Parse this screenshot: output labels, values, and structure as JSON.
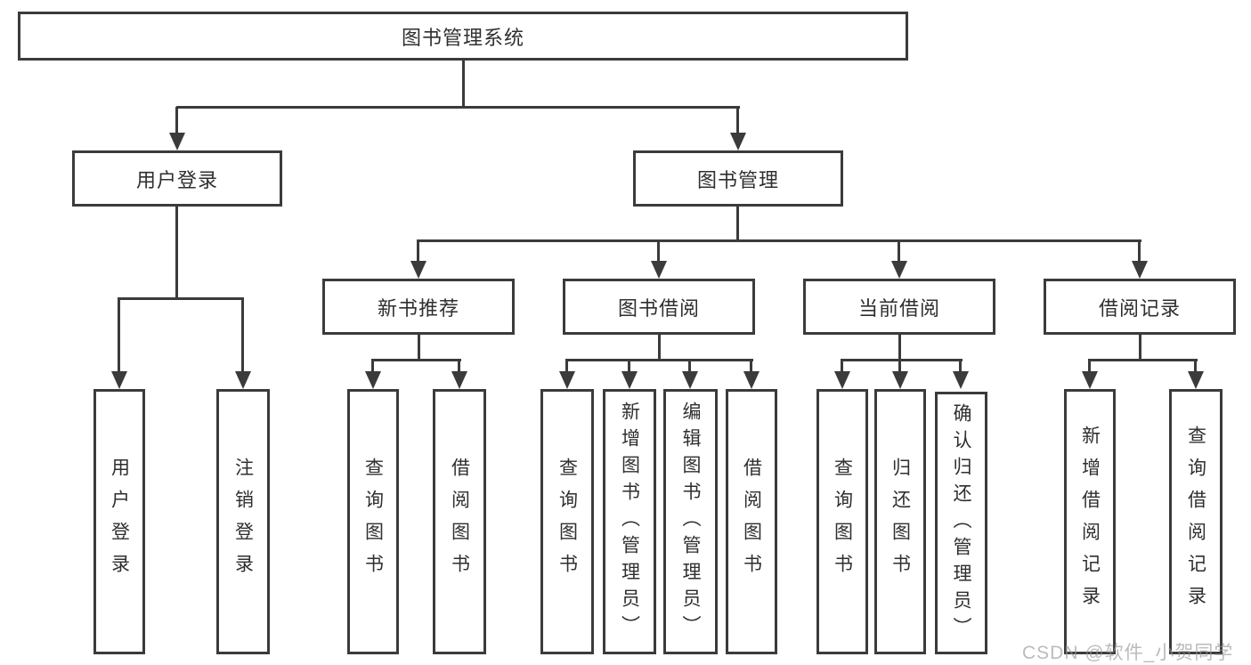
{
  "diagram": {
    "root": {
      "label": "图书管理系统"
    },
    "level2": [
      {
        "label": "用户登录",
        "children": [
          {
            "label": "用户登录"
          },
          {
            "label": "注销登录"
          }
        ]
      },
      {
        "label": "图书管理",
        "children": [
          {
            "label": "新书推荐",
            "children": [
              {
                "label": "查询图书"
              },
              {
                "label": "借阅图书"
              }
            ]
          },
          {
            "label": "图书借阅",
            "children": [
              {
                "label": "查询图书"
              },
              {
                "label": "新增图书（管理员）"
              },
              {
                "label": "编辑图书（管理员）"
              },
              {
                "label": "借阅图书"
              }
            ]
          },
          {
            "label": "当前借阅",
            "children": [
              {
                "label": "查询图书"
              },
              {
                "label": "归还图书"
              },
              {
                "label": "确认归还（管理员）"
              }
            ]
          },
          {
            "label": "借阅记录",
            "children": [
              {
                "label": "新增借阅记录"
              },
              {
                "label": "查询借阅记录"
              }
            ]
          }
        ]
      }
    ],
    "watermark": {
      "text": "CSDN @软件_小贺同学"
    },
    "colors": {
      "line": "#3b3b3b",
      "text": "#2f2f2f",
      "background": "#ffffff",
      "watermark": "#a6a6a6"
    }
  }
}
